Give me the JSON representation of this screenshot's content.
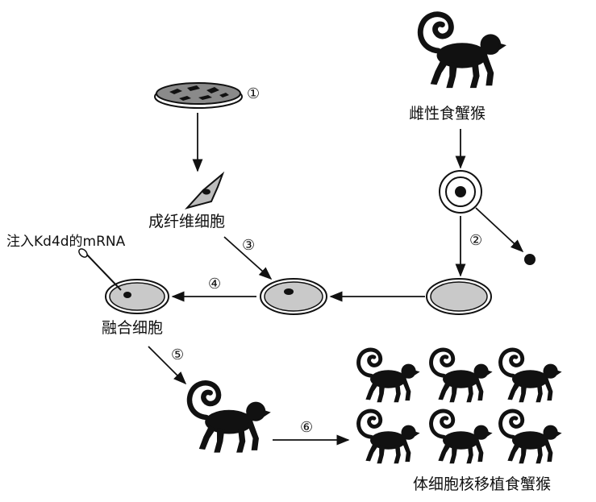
{
  "labels": {
    "female_monkey": "雌性食蟹猴",
    "fibroblast": "成纤维细胞",
    "inject": "注入Kd4d的mRNA",
    "fused_cell": "融合细胞",
    "clones": "体细胞核移植食蟹猴"
  },
  "steps": [
    "①",
    "②",
    "③",
    "④",
    "⑤",
    "⑥"
  ],
  "colors": {
    "ink": "#111111",
    "cytoplasm": "#c9c9c9",
    "dish_fill": "#9a9a9a"
  },
  "icons": {
    "culture_dish": "petri-dish-icon",
    "fibroblast": "fibroblast-cell-icon",
    "oocyte": "oocyte-icon",
    "monkey": "monkey-silhouette-icon"
  },
  "clone_count": 6
}
